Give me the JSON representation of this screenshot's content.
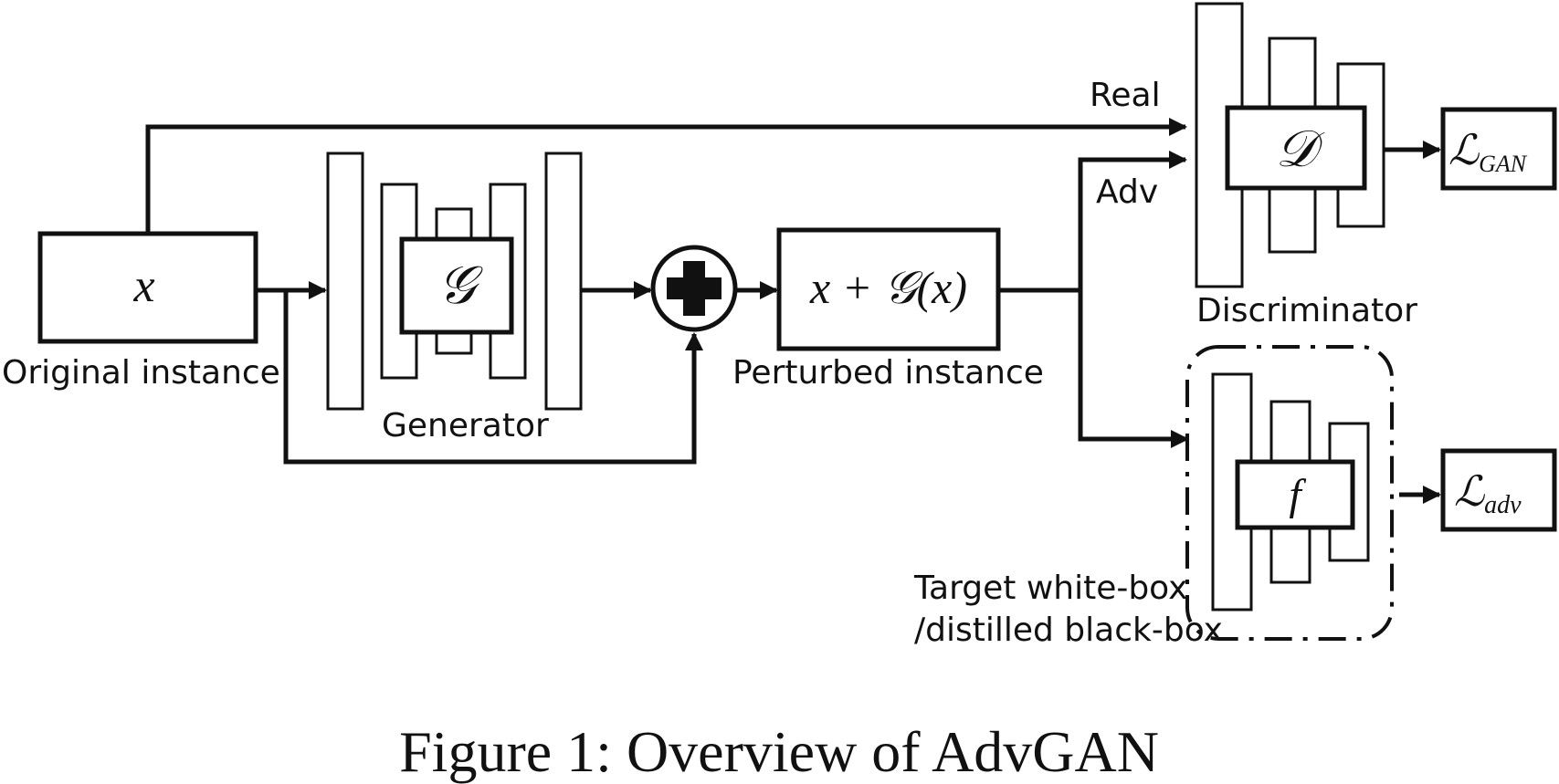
{
  "labels": {
    "input_symbol": "x",
    "original_instance": "Original instance",
    "generator_symbol": "𝒢",
    "generator": "Generator",
    "perturbed_expr": "x + 𝒢(x)",
    "perturbed_instance": "Perturbed instance",
    "real": "Real",
    "adv": "Adv",
    "discriminator_symbol": "𝒟",
    "discriminator": "Discriminator",
    "target_symbol": "f",
    "target_line1": "Target white-box",
    "target_line2": "/distilled black-box",
    "loss_gan_main": "ℒ",
    "loss_gan_sub": "GAN",
    "loss_adv_main": "ℒ",
    "loss_adv_sub": "adv"
  },
  "caption": "Figure 1: Overview of AdvGAN"
}
